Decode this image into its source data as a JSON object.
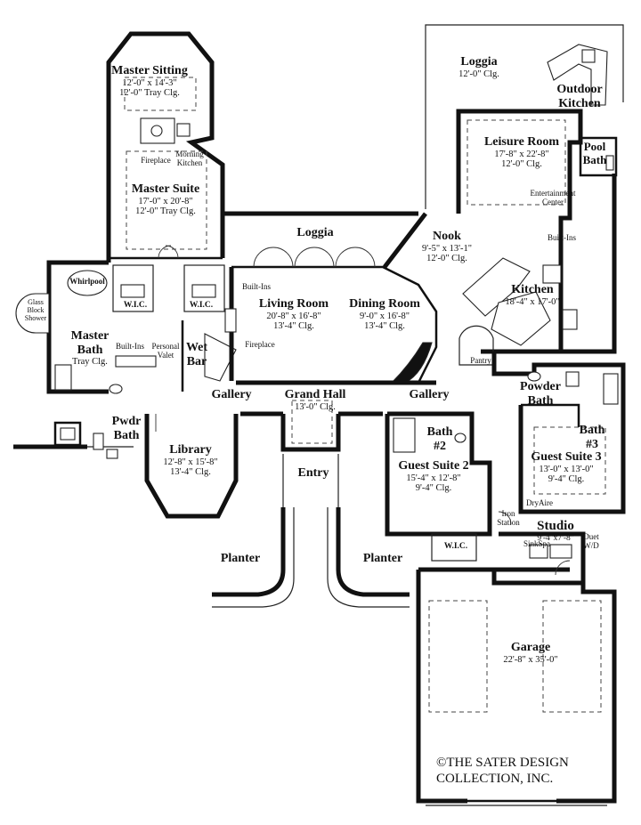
{
  "rooms": {
    "master_sitting": {
      "name": "Master Sitting",
      "dims": "12'-0\" x 14'-3\"",
      "ceiling": "12'-0\" Tray Clg."
    },
    "master_suite": {
      "name": "Master Suite",
      "dims": "17'-0\" x 20'-8\"",
      "ceiling": "12'-0\" Tray Clg."
    },
    "loggia_top": {
      "name": "Loggia",
      "ceiling": "12'-0\" Clg."
    },
    "outdoor_kitchen": {
      "line1": "Outdoor",
      "line2": "Kitchen"
    },
    "pool_bath": {
      "line1": "Pool",
      "line2": "Bath"
    },
    "leisure_room": {
      "name": "Leisure Room",
      "dims": "17'-8\" x 22'-8\"",
      "ceiling": "12'-0\" Clg."
    },
    "loggia_mid": {
      "name": "Loggia"
    },
    "nook": {
      "name": "Nook",
      "dims": "9'-5\" x 13'-1\"",
      "ceiling": "12'-0\" Clg."
    },
    "kitchen": {
      "name": "Kitchen",
      "dims": "18'-4\" x 17'-0\""
    },
    "living_room": {
      "name": "Living Room",
      "dims": "20'-8\" x 16'-8\"",
      "ceiling": "13'-4\" Clg."
    },
    "dining_room": {
      "name": "Dining Room",
      "dims": "9'-0\" x 16'-8\"",
      "ceiling": "13'-4\" Clg."
    },
    "master_bath": {
      "line1": "Master",
      "line2": "Bath",
      "ceiling": "Tray Clg."
    },
    "wet_bar": {
      "line1": "Wet",
      "line2": "Bar"
    },
    "gallery_left": {
      "name": "Gallery"
    },
    "grand_hall": {
      "name": "Grand Hall",
      "ceiling": "13'-0\" Clg."
    },
    "gallery_right": {
      "name": "Gallery"
    },
    "powder_bath": {
      "line1": "Powder",
      "line2": "Bath"
    },
    "pwdr_bath": {
      "line1": "Pwdr",
      "line2": "Bath"
    },
    "library": {
      "name": "Library",
      "dims": "12'-8\" x 15'-8\"",
      "ceiling": "13'-4\" Clg."
    },
    "entry": {
      "name": "Entry"
    },
    "bath2": {
      "line1": "Bath",
      "line2": "#2"
    },
    "guest_suite2": {
      "name": "Guest Suite 2",
      "dims": "15'-4\" x 12'-8\"",
      "ceiling": "9'-4\" Clg."
    },
    "bath3": {
      "line1": "Bath",
      "line2": "#3"
    },
    "guest_suite3": {
      "name": "Guest Suite 3",
      "dims": "13'-0\" x 13'-0\"",
      "ceiling": "9'-4\" Clg."
    },
    "studio": {
      "name": "Studio",
      "dims": "9'-4\"x7'-8\""
    },
    "planter_left": {
      "name": "Planter"
    },
    "planter_right": {
      "name": "Planter"
    },
    "garage": {
      "name": "Garage",
      "dims": "22'-8\" x 35'-0\""
    }
  },
  "notes": {
    "fireplace_top": "Fireplace",
    "morning_kitchen_1": "Morning",
    "morning_kitchen_2": "Kitchen",
    "whirlpool": "Whirlpool",
    "glass_block_1": "Glass",
    "glass_block_2": "Block",
    "glass_block_3": "Shower",
    "wic_left": "W.I.C.",
    "wic_right": "W.I.C.",
    "wic_guest": "W.I.C.",
    "built_ins_left": "Built-Ins",
    "built_ins_living": "Built-Ins",
    "built_ins_kitchen": "Built-Ins",
    "personal_valet_1": "Personal",
    "personal_valet_2": "Valet",
    "fireplace_living": "Fireplace",
    "entertainment_1": "Entertainment",
    "entertainment_2": "Center",
    "pantry": "Pantry",
    "dryaire": "DryAire",
    "iron_station_1": "Iron",
    "iron_station_2": "Station",
    "sinkspa": "SinkSpa",
    "duet_1": "Duet",
    "duet_2": "W/D"
  },
  "copyright": {
    "line1": "©THE SATER DESIGN",
    "line2": "COLLECTION, INC."
  }
}
